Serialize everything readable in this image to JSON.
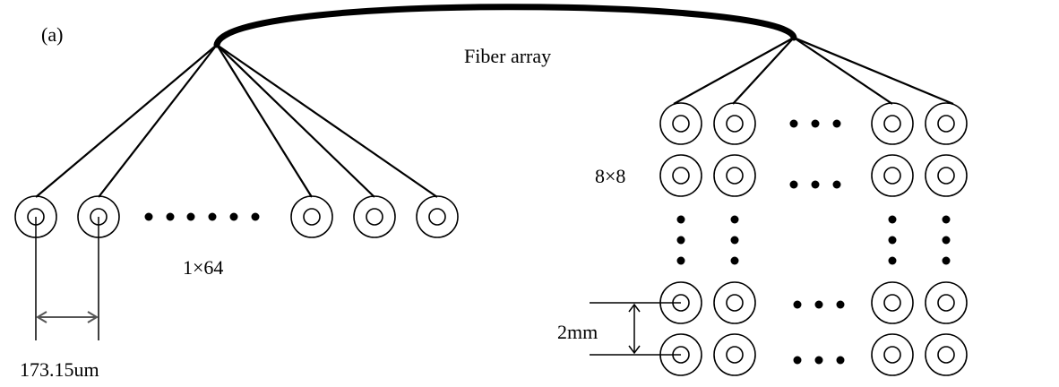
{
  "panel_label": "(a)",
  "bundle_label": "Fiber array",
  "linear_array": {
    "label": "1×64",
    "pitch_label": "173.15um"
  },
  "square_array": {
    "label": "8×8",
    "pitch_label": "2mm"
  },
  "colors": {
    "stroke": "#000000",
    "dimension_arrow": "#555555",
    "background": "#ffffff"
  }
}
